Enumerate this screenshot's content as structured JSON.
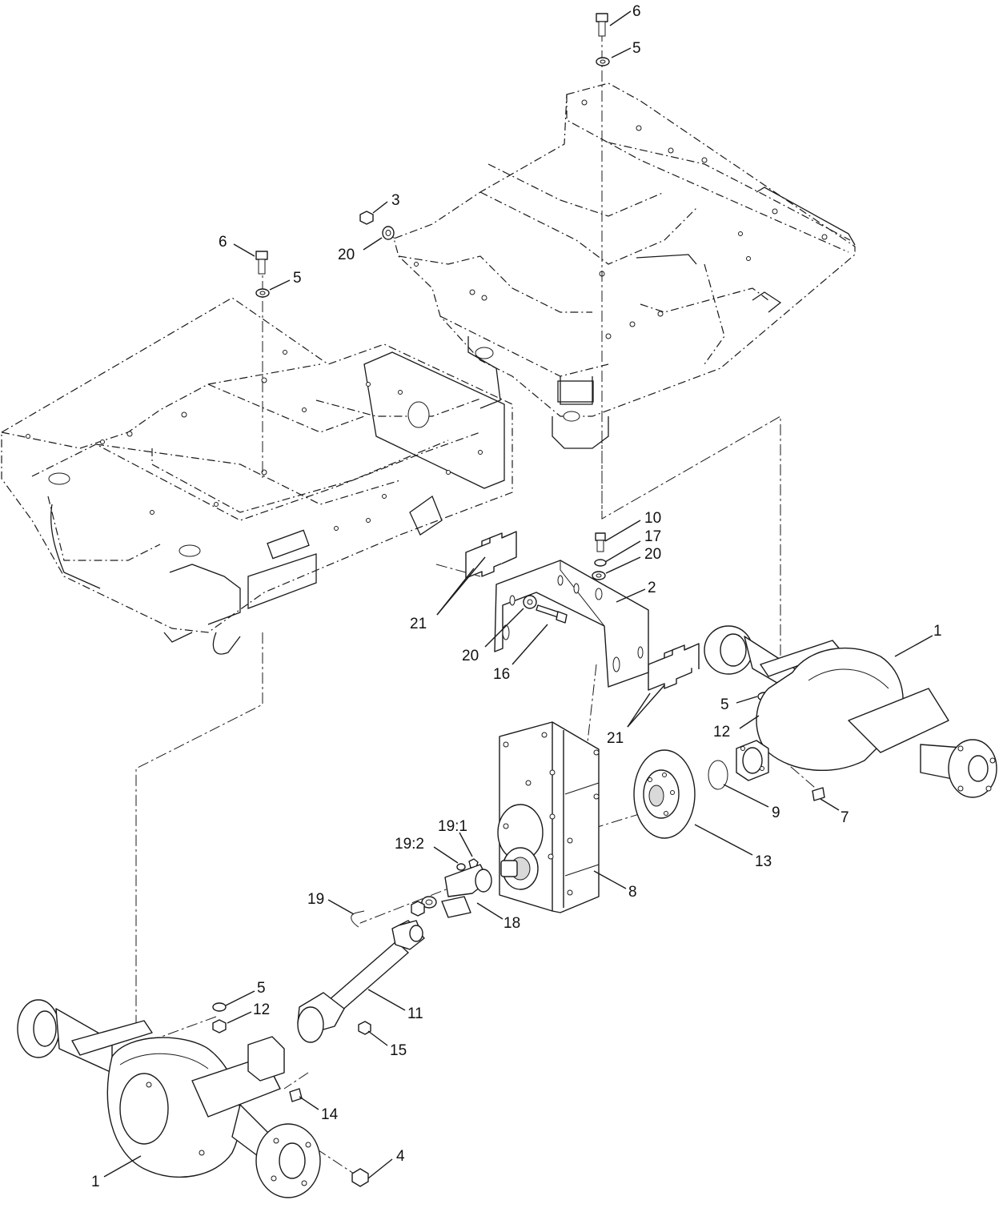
{
  "diagram": {
    "colors": {
      "ink": "#1a1a1a",
      "paper": "#ffffff",
      "shade": "#d9d9d9"
    },
    "callouts": [
      {
        "id": "c6-top",
        "label": "6"
      },
      {
        "id": "c5-top",
        "label": "5"
      },
      {
        "id": "c3",
        "label": "3"
      },
      {
        "id": "c20-top",
        "label": "20"
      },
      {
        "id": "c6-left",
        "label": "6"
      },
      {
        "id": "c5-left",
        "label": "5"
      },
      {
        "id": "c10",
        "label": "10"
      },
      {
        "id": "c17",
        "label": "17"
      },
      {
        "id": "c20-mid",
        "label": "20"
      },
      {
        "id": "c2",
        "label": "2"
      },
      {
        "id": "c21-left",
        "label": "21"
      },
      {
        "id": "c20-low",
        "label": "20"
      },
      {
        "id": "c16",
        "label": "16"
      },
      {
        "id": "c1-right",
        "label": "1"
      },
      {
        "id": "c5-right",
        "label": "5"
      },
      {
        "id": "c12-right",
        "label": "12"
      },
      {
        "id": "c21-right",
        "label": "21"
      },
      {
        "id": "c9",
        "label": "9"
      },
      {
        "id": "c7",
        "label": "7"
      },
      {
        "id": "c13",
        "label": "13"
      },
      {
        "id": "c19-1",
        "label": "19:1"
      },
      {
        "id": "c19-2",
        "label": "19:2"
      },
      {
        "id": "c8",
        "label": "8"
      },
      {
        "id": "c19",
        "label": "19"
      },
      {
        "id": "c18",
        "label": "18"
      },
      {
        "id": "c5-bottom",
        "label": "5"
      },
      {
        "id": "c12-bottom",
        "label": "12"
      },
      {
        "id": "c11",
        "label": "11"
      },
      {
        "id": "c15",
        "label": "15"
      },
      {
        "id": "c14",
        "label": "14"
      },
      {
        "id": "c4",
        "label": "4"
      },
      {
        "id": "c1-bottom",
        "label": "1"
      }
    ]
  }
}
